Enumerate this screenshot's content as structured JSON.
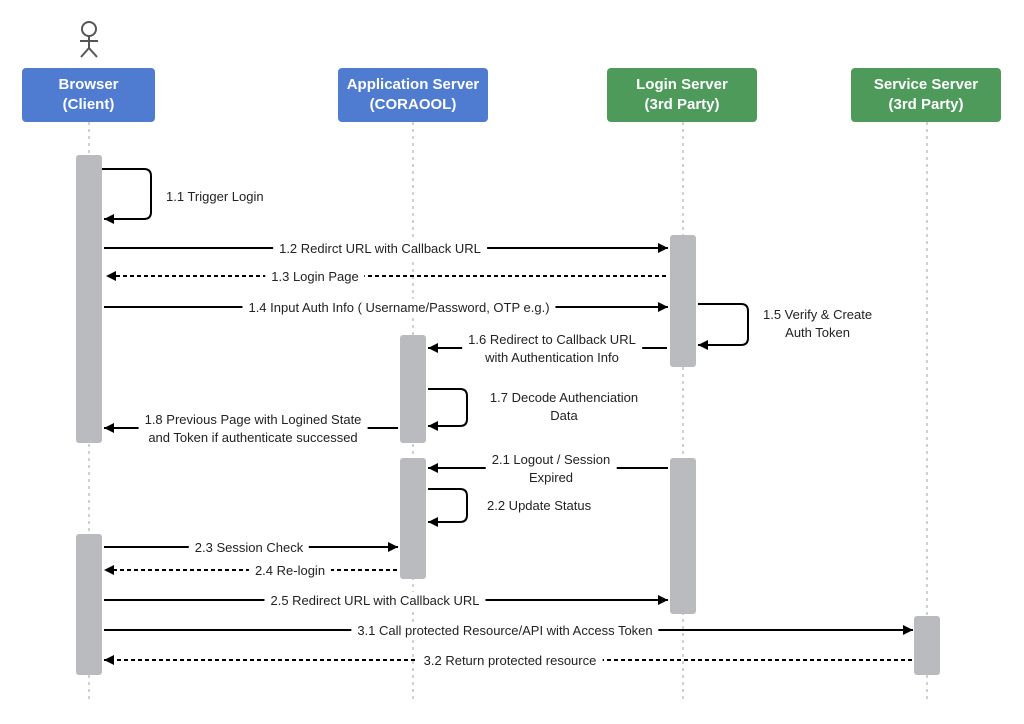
{
  "participants": [
    {
      "line1": "Browser",
      "line2": "(Client)",
      "color": "#4f7bd0"
    },
    {
      "line1": "Application Server",
      "line2": "(CORAOOL)",
      "color": "#4f7bd0"
    },
    {
      "line1": "Login Server",
      "line2": "(3rd Party)",
      "color": "#4e9a5b"
    },
    {
      "line1": "Service Server",
      "line2": "(3rd Party)",
      "color": "#4e9a5b"
    }
  ],
  "messages": {
    "m1_1": "1.1 Trigger Login",
    "m1_2": "1.2 Redirct URL with Callback URL",
    "m1_3": "1.3 Login Page",
    "m1_4": "1.4 Input Auth Info ( Username/Password, OTP e.g.)",
    "m1_5a": "1.5 Verify & Create",
    "m1_5b": "Auth Token",
    "m1_6a": "1.6 Redirect to Callback URL",
    "m1_6b": "with Authentication Info",
    "m1_7a": "1.7 Decode Authenciation",
    "m1_7b": "Data",
    "m1_8a": "1.8 Previous Page with Logined State",
    "m1_8b": "and Token if authenticate successed",
    "m2_1a": "2.1 Logout / Session",
    "m2_1b": "Expired",
    "m2_2": "2.2 Update Status",
    "m2_3": "2.3 Session Check",
    "m2_4": "2.4 Re-login",
    "m2_5": "2.5 Redirect URL with Callback URL",
    "m3_1": "3.1 Call protected Resource/API with Access Token",
    "m3_2": "3.2 Return protected resource"
  },
  "colors": {
    "lifeline": "#b8b8b8",
    "activation": "#b9bbbf",
    "arrow": "#000000"
  }
}
